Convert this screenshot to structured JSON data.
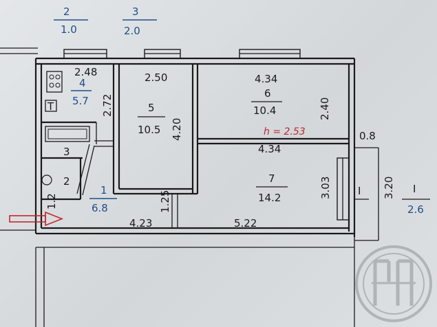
{
  "plan": {
    "top": [
      {
        "number": "2",
        "area": "1.0"
      },
      {
        "number": "3",
        "area": "2.0"
      }
    ],
    "rooms": {
      "r4": {
        "number": "4",
        "area": "5.7"
      },
      "r5": {
        "number": "5",
        "area": "10.5"
      },
      "r6": {
        "number": "6",
        "area": "10.4"
      },
      "r7": {
        "number": "7",
        "area": "14.2"
      },
      "r3": {
        "number": "3"
      },
      "r2": {
        "number": "2"
      },
      "r1": {
        "number": "1",
        "area": "6.8"
      },
      "balcony": {
        "number": "I"
      },
      "balcony_outer": {
        "number": "I",
        "area": "2.6"
      }
    },
    "dims": {
      "d248": "2.48",
      "d250": "2.50",
      "d434_top": "4.34",
      "d272": "2.72",
      "d420": "4.20",
      "d240": "2.40",
      "d434_mid": "4.34",
      "d08": "0.8",
      "d303": "3.03",
      "d320": "3.20",
      "d125": "1.25",
      "d12": "1.2",
      "d423": "4.23",
      "d522": "5.22"
    },
    "height_note": "h = 2.53"
  },
  "colors": {
    "ink": "#1a1a1a",
    "blue_ink": "#1f4e8a",
    "red_ink": "#c0282c",
    "arrow": "#c0282c"
  },
  "icons": {
    "arrow": "entrance-arrow-icon",
    "stamp": "stamp-logo-icon"
  }
}
